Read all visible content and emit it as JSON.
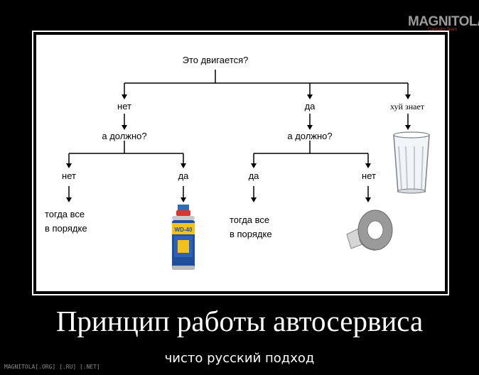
{
  "logo": {
    "brand": "MAGNITOLA",
    "tagline": "CarAudio Team"
  },
  "flowchart": {
    "root": "Это двигается?",
    "no": "нет",
    "yes": "да",
    "who_knows": "хуй знает",
    "should_left": "а должно?",
    "should_right": "а должно?",
    "left_no": "нет",
    "left_yes": "да",
    "right_yes": "да",
    "right_no": "нет",
    "fine_left": "тогда все\nв порядке",
    "fine_right": "тогда все\nв порядке",
    "wd40_label": "WD-40"
  },
  "caption": {
    "title": "Принцип работы автосервиса",
    "subtitle": "чисто русский подход"
  },
  "footer": "MAGNITOLA[.ORG] [.RU] [.NET]"
}
